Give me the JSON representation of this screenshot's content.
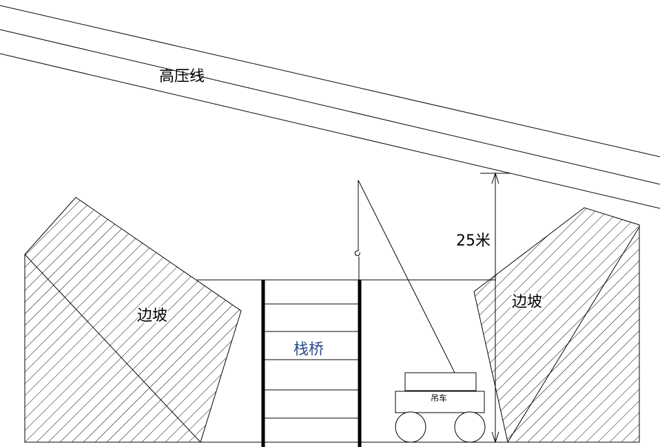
{
  "labels": {
    "power_line": "高压线",
    "slope_left": "边坡",
    "slope_right": "边坡",
    "trestle": "栈桥",
    "crane": "吊车",
    "height": "25米"
  },
  "colors": {
    "line": "#000000",
    "background": "#ffffff"
  }
}
